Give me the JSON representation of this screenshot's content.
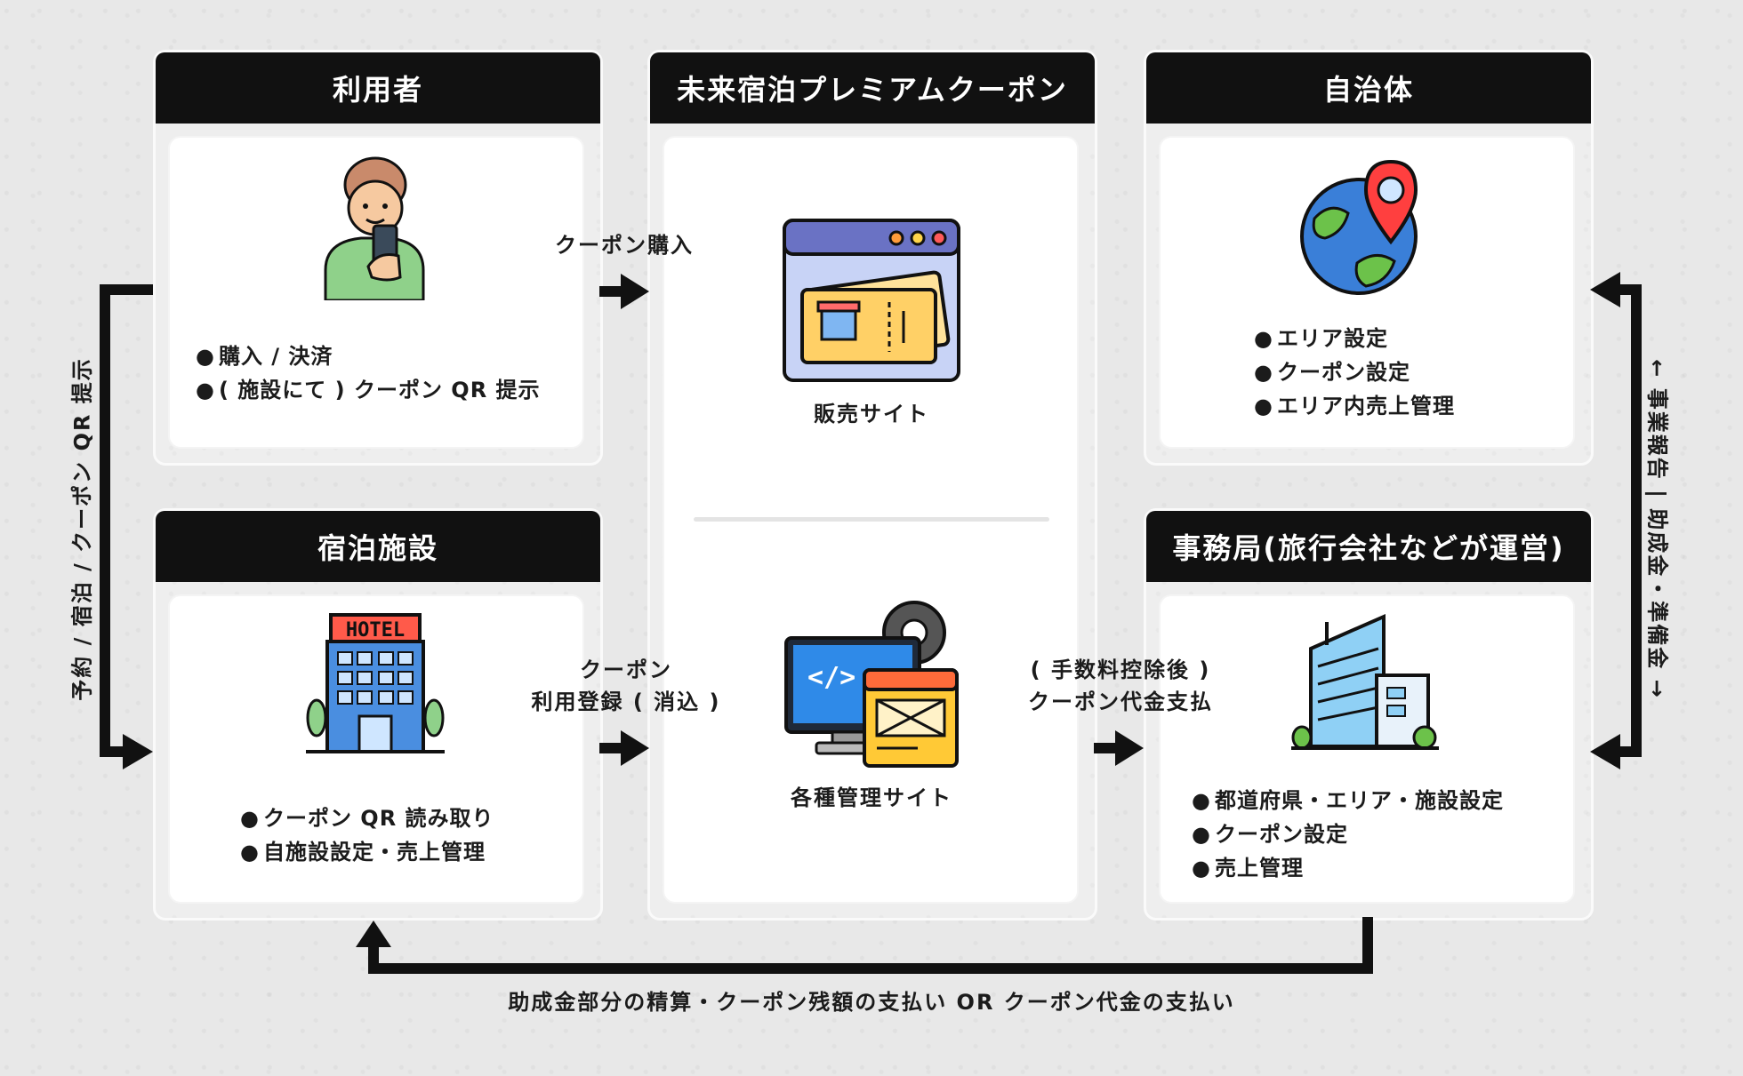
{
  "user": {
    "title": "利用者",
    "items": [
      "購入 / 決済",
      "( 施設にて ) クーポン QR 提示"
    ]
  },
  "coupon": {
    "title": "未来宿泊プレミアムクーポン",
    "sales_label": "販売サイト",
    "admin_label": "各種管理サイト"
  },
  "municipality": {
    "title": "自治体",
    "items": [
      "エリア設定",
      "クーポン設定",
      "エリア内売上管理"
    ]
  },
  "hotel": {
    "title": "宿泊施設",
    "hotel_sign": "HOTEL",
    "items": [
      "クーポン QR 読み取り",
      "自施設設定・売上管理"
    ]
  },
  "office": {
    "title": "事務局(旅行会社などが運営)",
    "items": [
      "都道府県・エリア・施設設定",
      "クーポン設定",
      "売上管理"
    ]
  },
  "flows": {
    "purchase": "クーポン購入",
    "register_line1": "クーポン",
    "register_line2": "利用登録 ( 消込 )",
    "payment_line1": "( 手数料控除後 )",
    "payment_line2": "クーポン代金支払",
    "left_vertical": "予約 / 宿泊 / クーポン QR 提示",
    "right_vertical": "← 事業報告 | 助成金・準備金 →",
    "bottom": "助成金部分の精算・クーポン残額の支払い OR クーポン代金の支払い"
  }
}
